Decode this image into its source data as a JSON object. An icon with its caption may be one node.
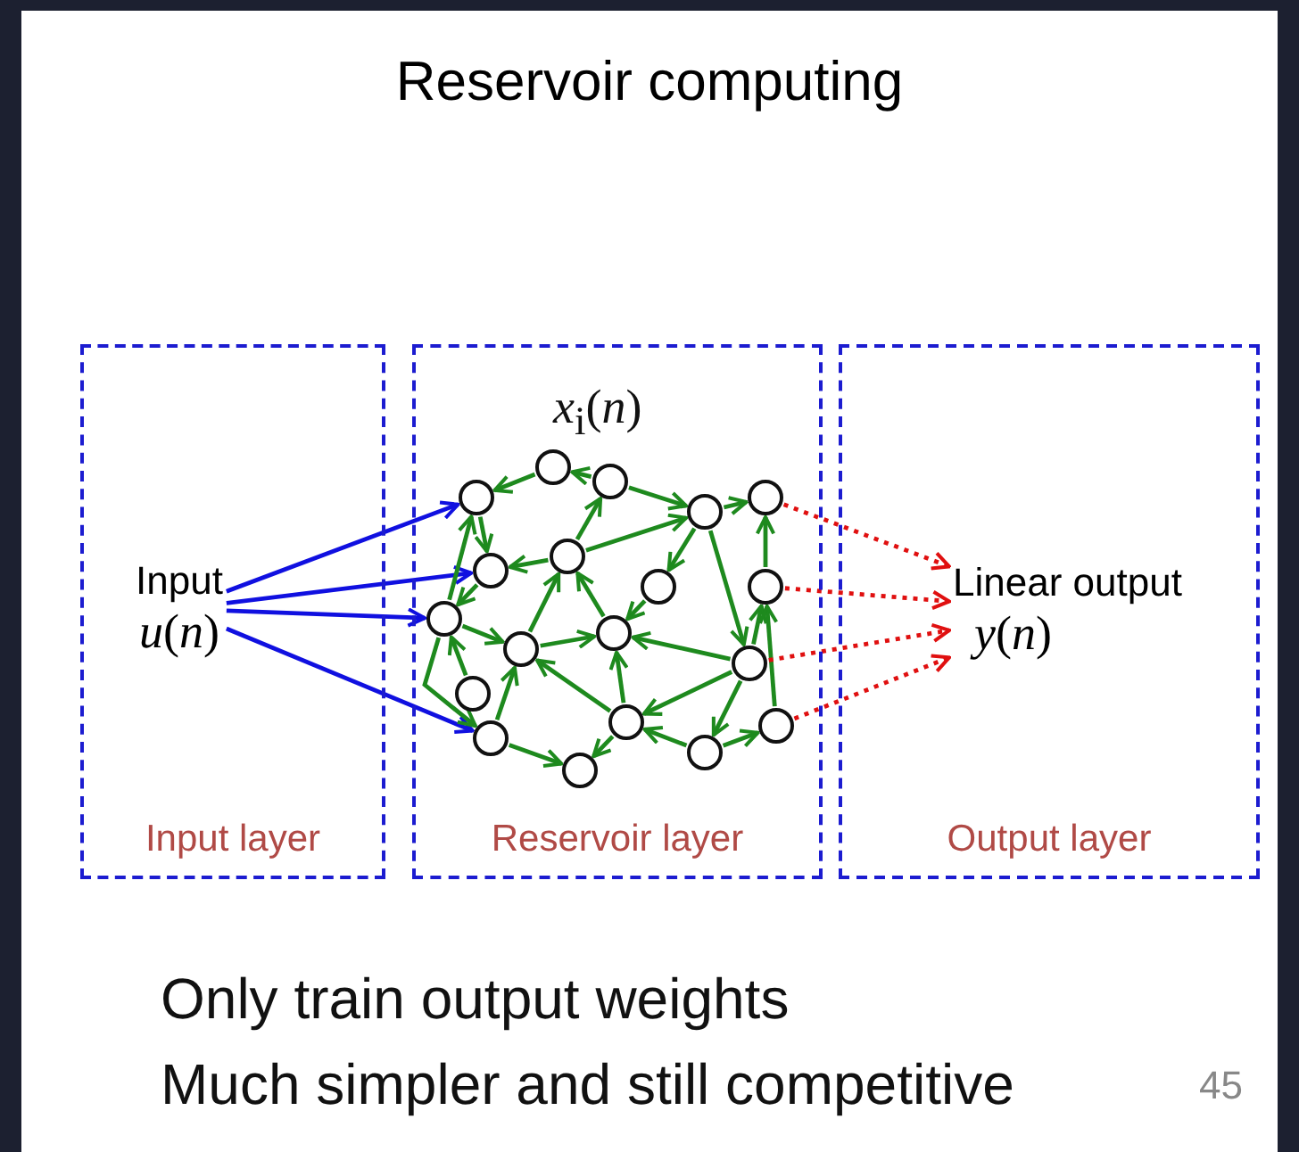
{
  "diagram": {
    "title": "Reservoir computing",
    "nodes": [
      {
        "text": [
          "Input layer"
        ]
      },
      {
        "text": [
          "Input",
          "*u*(*n*)"
        ],
        "in": 0
      },
      {
        "text": [
          "Reservoir layer"
        ]
      },
      {
        "text": [],
        "shape": "circle",
        "in": 2
      },
      {
        "text": [],
        "shape": "circle",
        "in": 2
      },
      {
        "text": [],
        "shape": "circle",
        "in": 2
      },
      {
        "text": [],
        "shape": "circle",
        "in": 2
      },
      {
        "text": [],
        "shape": "circle",
        "in": 2
      },
      {
        "text": [],
        "shape": "circle",
        "in": 2
      },
      {
        "text": [],
        "shape": "circle",
        "in": 2
      },
      {
        "text": [],
        "shape": "circle",
        "in": 2
      },
      {
        "text": [],
        "shape": "circle",
        "in": 2
      },
      {
        "text": [],
        "shape": "circle",
        "in": 2
      },
      {
        "text": [],
        "shape": "circle",
        "in": 2
      },
      {
        "text": [],
        "shape": "circle",
        "in": 2
      },
      {
        "text": [],
        "shape": "circle",
        "in": 2
      },
      {
        "text": [],
        "shape": "circle",
        "in": 2
      },
      {
        "text": [],
        "shape": "circle",
        "in": 2
      },
      {
        "text": [],
        "shape": "circle",
        "in": 2
      },
      {
        "text": [],
        "shape": "circle",
        "in": 2
      },
      {
        "text": [],
        "shape": "circle",
        "in": 2
      },
      {
        "text": [],
        "shape": "circle",
        "in": 2
      },
      {
        "text": [
          "Output layer"
        ]
      },
      {
        "text": [
          "Linear output",
          "*y*(*n*)"
        ],
        "in": 22
      }
    ],
    "edges": [
      {
        "from": 1,
        "to": 5,
        "arrow": "to",
        "color": "#1010e0"
      },
      {
        "from": 1,
        "to": 8,
        "arrow": "to",
        "color": "#1010e0"
      },
      {
        "from": 1,
        "to": 12,
        "arrow": "to",
        "color": "#1010e0"
      },
      {
        "from": 1,
        "to": 17,
        "arrow": "to",
        "color": "#1010e0"
      },
      {
        "from": 4,
        "to": 3,
        "arrow": "to"
      },
      {
        "from": 3,
        "to": 5,
        "arrow": "to"
      },
      {
        "from": 4,
        "to": 6,
        "arrow": "to"
      },
      {
        "from": 6,
        "to": 7,
        "arrow": "to"
      },
      {
        "from": 5,
        "to": 8,
        "arrow": "to"
      },
      {
        "from": 9,
        "to": 8,
        "arrow": "to"
      },
      {
        "from": 9,
        "to": 4,
        "arrow": "to"
      },
      {
        "from": 9,
        "to": 6,
        "arrow": "to"
      },
      {
        "from": 6,
        "to": 10,
        "arrow": "to"
      },
      {
        "from": 6,
        "to": 15,
        "arrow": "to"
      },
      {
        "from": 8,
        "to": 12,
        "arrow": "to"
      },
      {
        "from": 12,
        "to": 14,
        "arrow": "to"
      },
      {
        "from": 12,
        "to": 5,
        "arrow": "to"
      },
      {
        "from": 14,
        "to": 9,
        "arrow": "to"
      },
      {
        "from": 14,
        "to": 13,
        "arrow": "to"
      },
      {
        "from": 13,
        "to": 9,
        "arrow": "to"
      },
      {
        "from": 10,
        "to": 13,
        "arrow": "to"
      },
      {
        "from": 15,
        "to": 13,
        "arrow": "to"
      },
      {
        "from": 15,
        "to": 11,
        "arrow": "to"
      },
      {
        "from": 11,
        "to": 7,
        "arrow": "to"
      },
      {
        "from": 19,
        "to": 11,
        "arrow": "to"
      },
      {
        "from": 18,
        "to": 14,
        "arrow": "to"
      },
      {
        "from": 18,
        "to": 13,
        "arrow": "to"
      },
      {
        "from": 15,
        "to": 18,
        "arrow": "to"
      },
      {
        "from": 20,
        "to": 18,
        "arrow": "to"
      },
      {
        "from": 15,
        "to": 20,
        "arrow": "to"
      },
      {
        "from": 20,
        "to": 19,
        "arrow": "to"
      },
      {
        "from": 16,
        "to": 12,
        "arrow": "to"
      },
      {
        "from": 17,
        "to": 21,
        "arrow": "to"
      },
      {
        "from": 17,
        "to": 14,
        "arrow": "to"
      },
      {
        "from": 18,
        "to": 21,
        "arrow": "to"
      },
      {
        "from": 12,
        "to": 17,
        "arrow": "to"
      },
      {
        "from": 7,
        "to": 23,
        "arrow": "to",
        "style": "dashed",
        "color": "#e01010"
      },
      {
        "from": 11,
        "to": 23,
        "arrow": "to",
        "style": "dashed",
        "color": "#e01010"
      },
      {
        "from": 15,
        "to": 23,
        "arrow": "to",
        "style": "dashed",
        "color": "#e01010"
      },
      {
        "from": 19,
        "to": 23,
        "arrow": "to",
        "style": "dashed",
        "color": "#e01010"
      }
    ],
    "labels": [
      "*x*$_{i}$(*n*)",
      "Only train output weights",
      "Much simpler and still competitive",
      "45"
    ]
  }
}
